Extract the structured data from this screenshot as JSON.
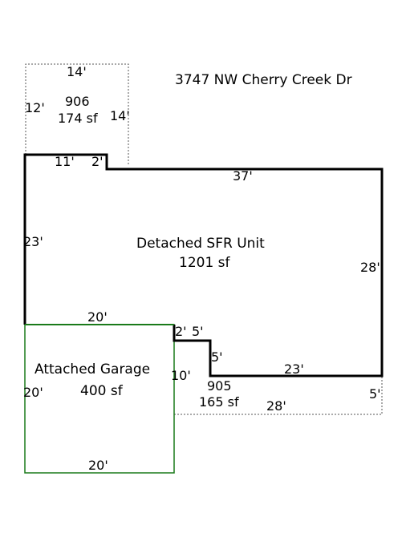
{
  "title": "3747 NW Cherry Creek Dr",
  "areas": {
    "top_label": "906",
    "top_sf": "174 sf",
    "main_name": "Detached SFR Unit",
    "main_sf": "1201 sf",
    "garage_name": "Attached Garage",
    "garage_sf": "400 sf",
    "bottom_label": "905",
    "bottom_sf": "165 sf"
  },
  "dims": {
    "top_14_a": "14'",
    "top_12": "12'",
    "top_14_b": "14'",
    "d_11": "11'",
    "d_2a": "2'",
    "d_37": "37'",
    "d_23_left": "23'",
    "d_28_right": "28'",
    "d_20_top": "20'",
    "d_2b": "2'",
    "d_5a": "5'",
    "d_5b": "5'",
    "d_23_bottom": "23'",
    "d_10": "10'",
    "d_20_left": "20'",
    "d_28_bottom": "28'",
    "d_5c": "5'",
    "d_20_bottom": "20'"
  },
  "colors": {
    "main_outline": "#000000",
    "garage_outline": "#1a7a1a",
    "dotted_outline": "#555555"
  }
}
